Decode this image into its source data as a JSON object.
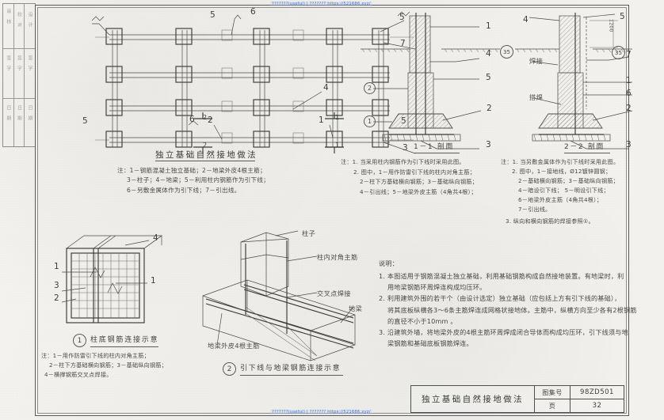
{
  "sheet": {
    "atlas_label": "图集号",
    "atlas_number": "98ZD501",
    "page_label": "页",
    "page_number": "32",
    "title": "独立基础自然接地做法"
  },
  "watermark": {
    "top": "???????(useful) | ??????? https://521686.xyz/",
    "bottom": "???????(useful) | ??????? https://521686.xyz/"
  },
  "margin_table": {
    "columns": [
      "审核",
      "校对",
      "设计"
    ],
    "rows": [
      [
        "审 核",
        "校 对",
        "设 计"
      ],
      [
        "签 字",
        "签 字",
        "签 字"
      ],
      [
        "日 期",
        "日 期",
        "日 期"
      ]
    ]
  },
  "plan": {
    "title": "独立基础自然接地做法",
    "leaders": [
      "5",
      "6",
      "5",
      "7",
      "4",
      "1",
      "2",
      "3"
    ],
    "section_marks": [
      "1",
      "1",
      "2",
      "2",
      "5",
      "5",
      "5",
      "5"
    ],
    "notes": [
      "注：1－钢筋混凝土独立基础；2－地梁外皮4根主筋；",
      "3－柱子；4－地梁；5－利用柱内钢筋作为引下线；",
      "6－另敷金属体作为引下线；7－引出线。"
    ]
  },
  "section_1_1": {
    "caption": "1－1 剖面",
    "leaders": [
      "1",
      "4",
      "5",
      "2",
      "3"
    ],
    "markers": [
      "2",
      "1",
      "35"
    ],
    "notes": [
      "注：1. 当采用柱内钢筋作为引下线时采用此图。",
      "2. 图中，1－用作防雷引下线的柱内对角主筋；",
      "2－柱下方基础横向钢筋；3－基础纵向钢筋；",
      "4－引出线；5－地梁外皮主筋（4角共4根）；"
    ]
  },
  "section_2_2": {
    "caption": "2－2 剖面",
    "leaders": [
      "4",
      "5",
      "7",
      "1",
      "6",
      "2",
      "3"
    ],
    "inline_labels": [
      "焊接",
      "搭焊"
    ],
    "dimension": "1200",
    "markers": [
      "35"
    ],
    "notes": [
      "注：1. 当另敷金属体作为引下线时采用此图。",
      "2. 图中，1－接地线，Ø12镀锌圆钢；",
      "2－基础横向钢筋；3－基础纵向钢筋；",
      "4－暗设引下线； 5－明设引下线；",
      "6－地梁外皮主筋（4角共4根）；",
      "7－引出线。",
      "3. 纵向和横向钢筋的焊接参照①。"
    ]
  },
  "detail_1": {
    "marker": "1",
    "caption": "柱底钢筋连接示意",
    "leaders": [
      "4",
      "1",
      "1",
      "3",
      "2"
    ],
    "notes": [
      "注：1－用作防雷引下线的柱内对角主筋；",
      "2－柱下方基础横向钢筋；3－基础纵向钢筋；",
      "4－横撑钢筋交叉点焊接。"
    ]
  },
  "detail_2": {
    "marker": "2",
    "caption": "引下线与地梁钢筋连接示意",
    "labels": [
      "柱子",
      "柱内对角主筋",
      "交叉点焊接",
      "地梁",
      "地梁外皮4根主筋"
    ]
  },
  "explanation": {
    "heading": "说明：",
    "items": [
      "1. 本图适用于钢筋混凝土独立基础，利用基础钢筋构成自然接地装置。有地梁时，利",
      "用地梁钢筋环周焊连构成均压环。",
      "2. 利用建筑外围的若干个（由设计选定）独立基础（应包括上方有引下线的基础），",
      "将其底板纵横各3～6条主筋焊连成网格状接地体。主筋中，纵横方向至少各有2根钢筋",
      "的直径不小于10mm 。",
      "3. 沿建筑外墙，将地梁外皮的4根主筋环周焊成闭合导体而构成均压环，引下线须与地",
      "梁钢筋和基础底板钢筋焊连。"
    ]
  },
  "colors": {
    "ink": "#4a4a4a",
    "paper": "#f2f1ee",
    "watermark": "#2f62c8"
  }
}
